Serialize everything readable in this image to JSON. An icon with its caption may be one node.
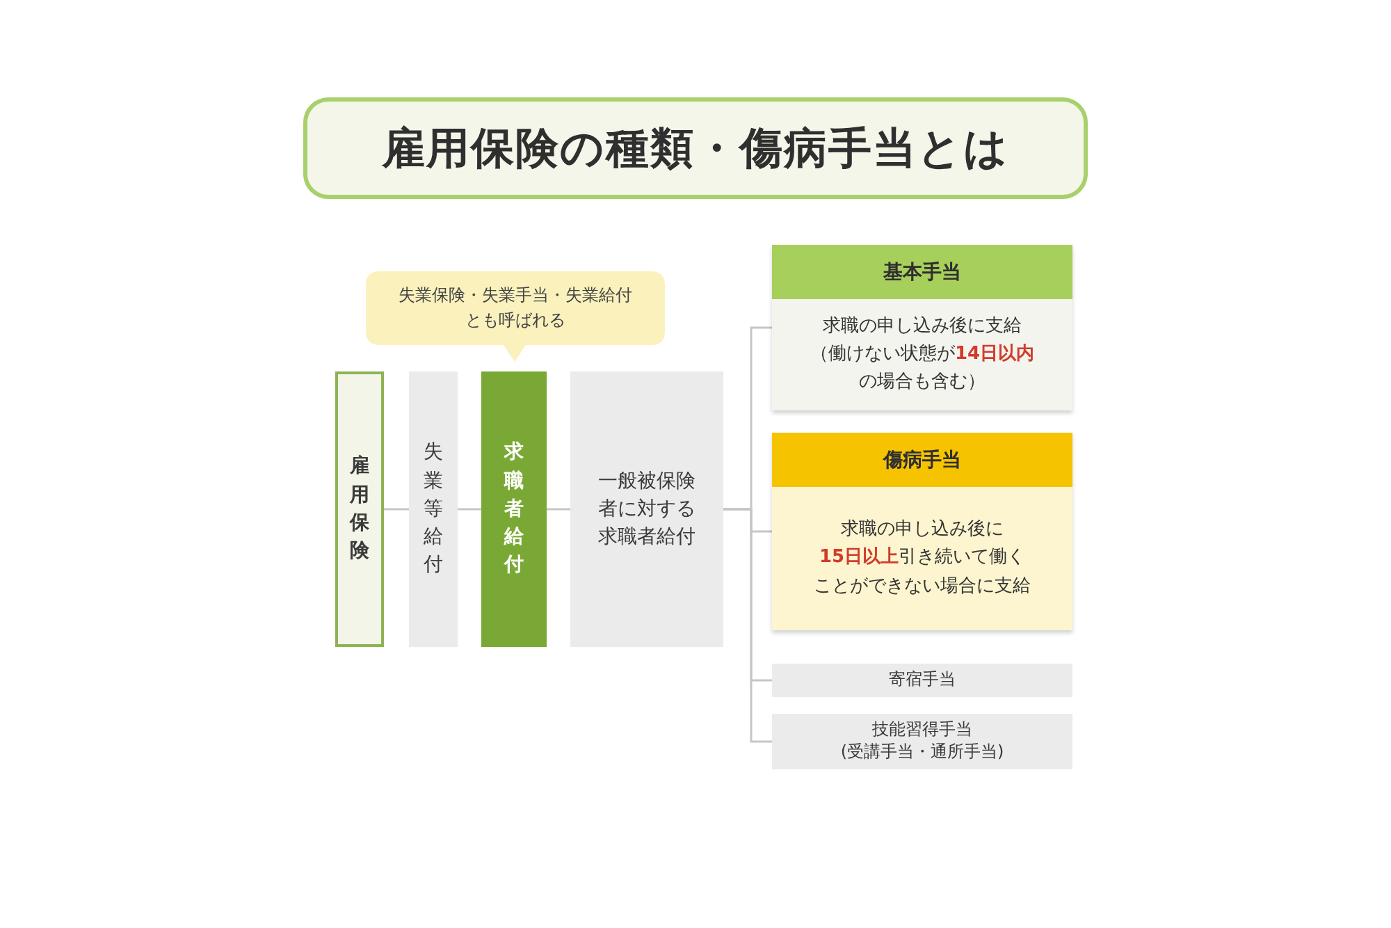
{
  "diagram": {
    "title": "雇用保険の種類・傷病手当とは",
    "nodes": [
      {
        "text": [
          "失業保険・失業手当・失業給付とも呼ばれる"
        ]
      },
      {
        "text": [
          "雇用保険"
        ]
      },
      {
        "text": [
          "失業等給付"
        ]
      },
      {
        "text": [
          "求職者給付"
        ]
      },
      {
        "text": [
          "一般被保険者に対する求職者給付"
        ]
      },
      {
        "text": [
          "基本手当",
          "求職の申し込み後に支給（働けない状態が**14日以内**の場合も含む）"
        ]
      },
      {
        "text": [
          "傷病手当",
          "求職の申し込み後に**15日以上**引き続いて働くことができない場合に支給"
        ]
      },
      {
        "text": [
          "寄宿手当"
        ]
      },
      {
        "text": [
          "技能習得手当(受講手当・通所手当)"
        ]
      }
    ],
    "edges": [
      {
        "from": 1,
        "to": 2,
        "arrow": "none"
      },
      {
        "from": 2,
        "to": 3,
        "arrow": "none"
      },
      {
        "from": 3,
        "to": 4,
        "arrow": "none"
      },
      {
        "from": 4,
        "to": 5,
        "arrow": "none"
      },
      {
        "from": 4,
        "to": 6,
        "arrow": "none"
      },
      {
        "from": 4,
        "to": 7,
        "arrow": "none"
      },
      {
        "from": 4,
        "to": 8,
        "arrow": "none"
      }
    ]
  }
}
